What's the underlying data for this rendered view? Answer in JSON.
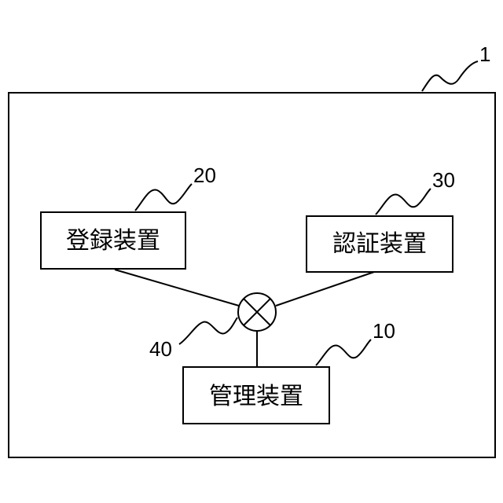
{
  "figure": {
    "system_ref": "1",
    "registration": {
      "ref": "20",
      "label": "登録装置"
    },
    "authentication": {
      "ref": "30",
      "label": "認証装置"
    },
    "management": {
      "ref": "10",
      "label": "管理装置"
    },
    "network": {
      "ref": "40"
    }
  }
}
